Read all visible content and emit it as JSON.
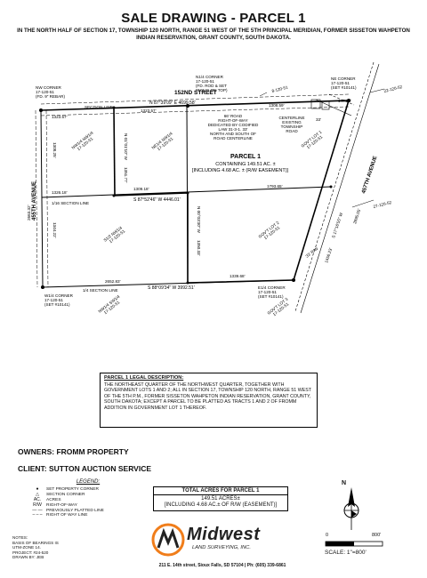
{
  "title": "SALE DRAWING - PARCEL 1",
  "subtitle": "IN THE NORTH HALF OF SECTION 17, TOWNSHIP 120 NORTH, RANGE 51 WEST OF THE 5TH PRINCIPAL MERIDIAN, FORMER SISSETON WAHPETON INDIAN RESERVATION, GRANT COUNTY, SOUTH DAKOTA.",
  "map": {
    "street_north": "152ND STREET",
    "street_west": "455TH AVENUE",
    "street_east": "457TH AVENUE",
    "nw_corner": [
      "NW CORNER",
      "17-120-51",
      "(FD. 9\" REBAR)"
    ],
    "n14_corner": [
      "N1/4 CORNER",
      "17-120-51",
      "(FD. ROD & SET",
      "#10141 ON TOP)"
    ],
    "ne_corner": [
      "NE CORNER",
      "17-120-51",
      "(SET #10141)"
    ],
    "w14_corner": [
      "W1/4 CORNER",
      "17-120-51",
      "(SET #10141)"
    ],
    "c14_corner": [
      "E1/4 CORNER",
      "17-120-51",
      "(SET #10141)"
    ],
    "section_line": "SECTION LINE",
    "sixteenth_line": "1/16 SECTION LINE",
    "quarter_line": "1/4 SECTION LINE",
    "nw_nw": [
      "NW1/4 NW1/4",
      "17-120-51"
    ],
    "ne_nw": [
      "NE1/4 NW1/4",
      "17-120-51"
    ],
    "s_nw": [
      "S1/2 NW1/4",
      "17-120-51"
    ],
    "nw_sw": [
      "NW1/4 SW1/4",
      "17-120-51"
    ],
    "govt_lot1": [
      "GOV'T LOT 1",
      "17-120-51"
    ],
    "govt_lot2": [
      "GOV'T LOT 2",
      "17-120-51"
    ],
    "govt_lot3": [
      "GOV'T LOT 3",
      "17-120-51"
    ],
    "sec8": "8-120-51",
    "sec22": "22-120-52",
    "sec27": "27-120-52",
    "sec18": "18-120-51",
    "sec17w": "17-120-51",
    "road_note": [
      "66' ROAD",
      "RIGHT-OF-WAY",
      "DEDICATED BY CODIFIED",
      "LAW 31-3-1. 33'",
      "NORTH AND SOUTH OF",
      "ROAD CENTERLINE"
    ],
    "centerline_note": [
      "CENTERLINE",
      "EXISTING",
      "TOWNSHIP",
      "ROAD"
    ],
    "parcel_label": "PARCEL 1",
    "parcel_containing": "CONTAINING 149.51 AC. ±",
    "parcel_including": "[INCLUDING 4.68 AC. ± (R/W EASEMENT)]",
    "bearing_north": "N 87°39'09\" E  4699.58'",
    "bearing_1/16": "S 87°52'46\" W  4446.01'",
    "bearing_quarter": "S 88°09'34\" W  3992.51'",
    "bearing_west": "N 01°01'10\" W",
    "bearing_mid": "N 00°03'30\" W",
    "bearing_east": "S 17°16'55\" W",
    "dist_1323a": "1323.57'",
    "dist_1323b": "1323.57'",
    "dist_1308": "1308.59'",
    "dist_145": "145.89'",
    "dist_1326": "1326.18'",
    "dist_1309": "1309.18'",
    "dist_1793": "1793.65'",
    "dist_2652": "2652.83'",
    "dist_1339": "1339.68'",
    "dist_1308w": "1308.25'",
    "dist_1344": "1344.22'",
    "dist_1351": "1351.77'",
    "dist_2663": "2663.32'",
    "dist_1350": "1350.33'",
    "dist_1456": "1456.23'",
    "dist_2895": "2895.05'",
    "rw33": "33'",
    "rw33b": "33' R/W"
  },
  "legal": {
    "heading": "PARCEL 1 LEGAL DESCRIPTION:",
    "body": "THE NORTHEAST QUARTER OF THE NORTHWEST QUARTER, TOGETHER WITH GOVERNMENT LOTS 1 AND 2; ALL IN SECTION 17, TOWNSHIP 120 NORTH, RANGE 51 WEST OF THE 5TH P.M., FORMER SISSETON WAHPETON INDIAN RESERVATION, GRANT COUNTY, SOUTH DAKOTA; EXCEPT A PARCEL TO BE PLATTED AS TRACTS 1 AND 2 OF FROMM ADDITION IN GOVERNMENT LOT 1 THEREOF."
  },
  "owners": "OWNERS:  FROMM PROPERTY",
  "client": "CLIENT:  SUTTON AUCTION SERVICE",
  "legend": {
    "title": "LEGEND:",
    "items": [
      {
        "symbol": "●",
        "label": "SET PROPERTY CORNER"
      },
      {
        "symbol": "△",
        "label": "SECTION CORNER"
      },
      {
        "symbol": "AC.",
        "label": "ACRES"
      },
      {
        "symbol": "R/W",
        "label": "RIGHT-OF-WAY"
      },
      {
        "symbol": "— —",
        "label": "PREVIOUSLY PLATTED LINE"
      },
      {
        "symbol": "– – –",
        "label": "RIGHT OF WAY LINE"
      }
    ]
  },
  "acres_box": {
    "heading": "TOTAL ACRES FOR PARCEL 1",
    "line1": "149.51 ACRES±",
    "line2": "[INCLUDING 4.68 AC.± OF R/W (EASEMENT)]"
  },
  "notes": [
    "NOTES:",
    "BASIS OF BEARINGS IS",
    "UTM-ZONE 14.",
    "PROJECT: #24-520",
    "DRAWN BY: JEB"
  ],
  "logo": {
    "name": "Midwest",
    "sub": "LAND SURVEYING, INC."
  },
  "address": "211 E. 14th street, Sioux Falls, SD 57104 | Ph: (605) 339-6861",
  "north_label": "N",
  "scale": {
    "zero": "0",
    "max": "800'",
    "label": "SCALE:  1\"=800'"
  }
}
